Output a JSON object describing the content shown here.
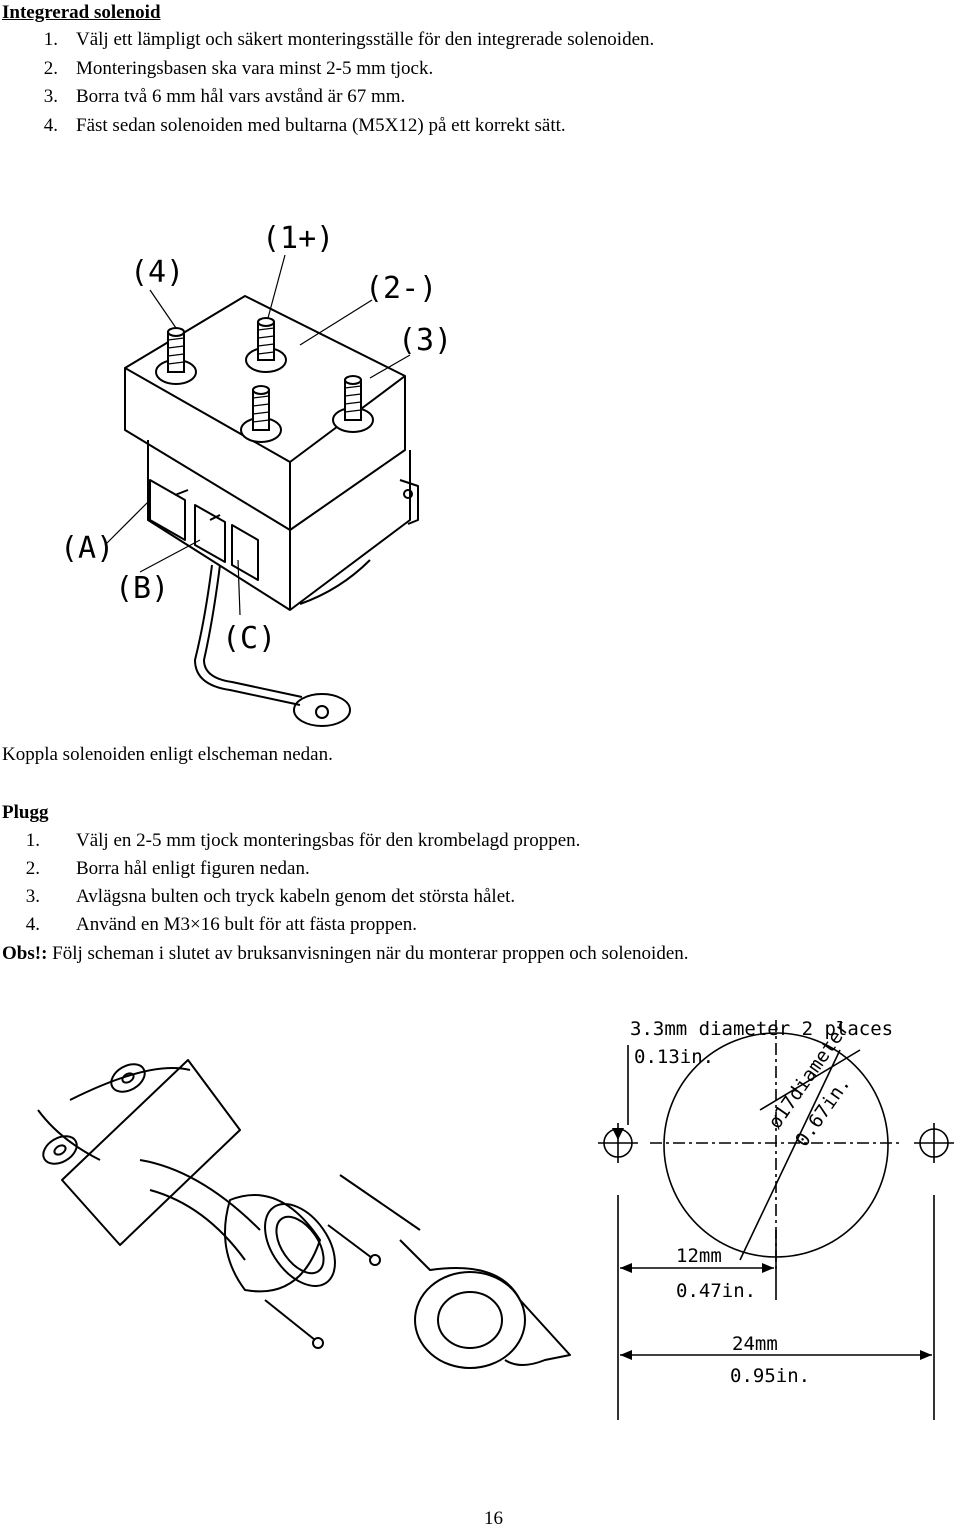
{
  "section1": {
    "heading": "Integrerad solenoid",
    "steps": [
      {
        "num": "1.",
        "text": "Välj ett lämpligt och säkert monteringsställe för den integrerade solenoiden."
      },
      {
        "num": "2.",
        "text": "Monteringsbasen ska vara minst 2-5 mm tjock."
      },
      {
        "num": "3.",
        "text": "Borra två 6 mm hål vars avstånd är 67 mm."
      },
      {
        "num": "4.",
        "text": "Fäst sedan solenoiden med bultarna (M5X12) på ett korrekt sätt."
      }
    ]
  },
  "solenoid_figure": {
    "labels": {
      "t4": "(4)",
      "t1": "(1+)",
      "t2": "(2-)",
      "t3": "(3)",
      "a": "(A)",
      "b": "(B)",
      "c": "(C)"
    }
  },
  "connect_text": "Koppla solenoiden enligt elscheman nedan.",
  "section2": {
    "heading": "Plugg",
    "steps": [
      {
        "num": "1.",
        "text": "Välj en 2-5 mm tjock monteringsbas för den krombelagd proppen."
      },
      {
        "num": "2.",
        "text": "Borra hål enligt figuren nedan."
      },
      {
        "num": "3.",
        "text": "Avlägsna bulten och tryck kabeln genom det största hålet."
      },
      {
        "num": "4.",
        "text": "Använd en M3×16 bult för att fästa proppen."
      }
    ],
    "note_label": "Obs!:",
    "note_text": " Följ scheman i slutet av bruksanvisningen när du monterar proppen och solenoiden."
  },
  "dimension_figure": {
    "hole_dia": "3.3mm diameter  2  places",
    "hole_in": "0.13in.",
    "big_dia": "ø17diameter",
    "big_in": "0.67in.",
    "dim12": "12mm",
    "dim12_in": "0.47in.",
    "dim24": "24mm",
    "dim24_in": "0.95in."
  },
  "page_number": "16"
}
